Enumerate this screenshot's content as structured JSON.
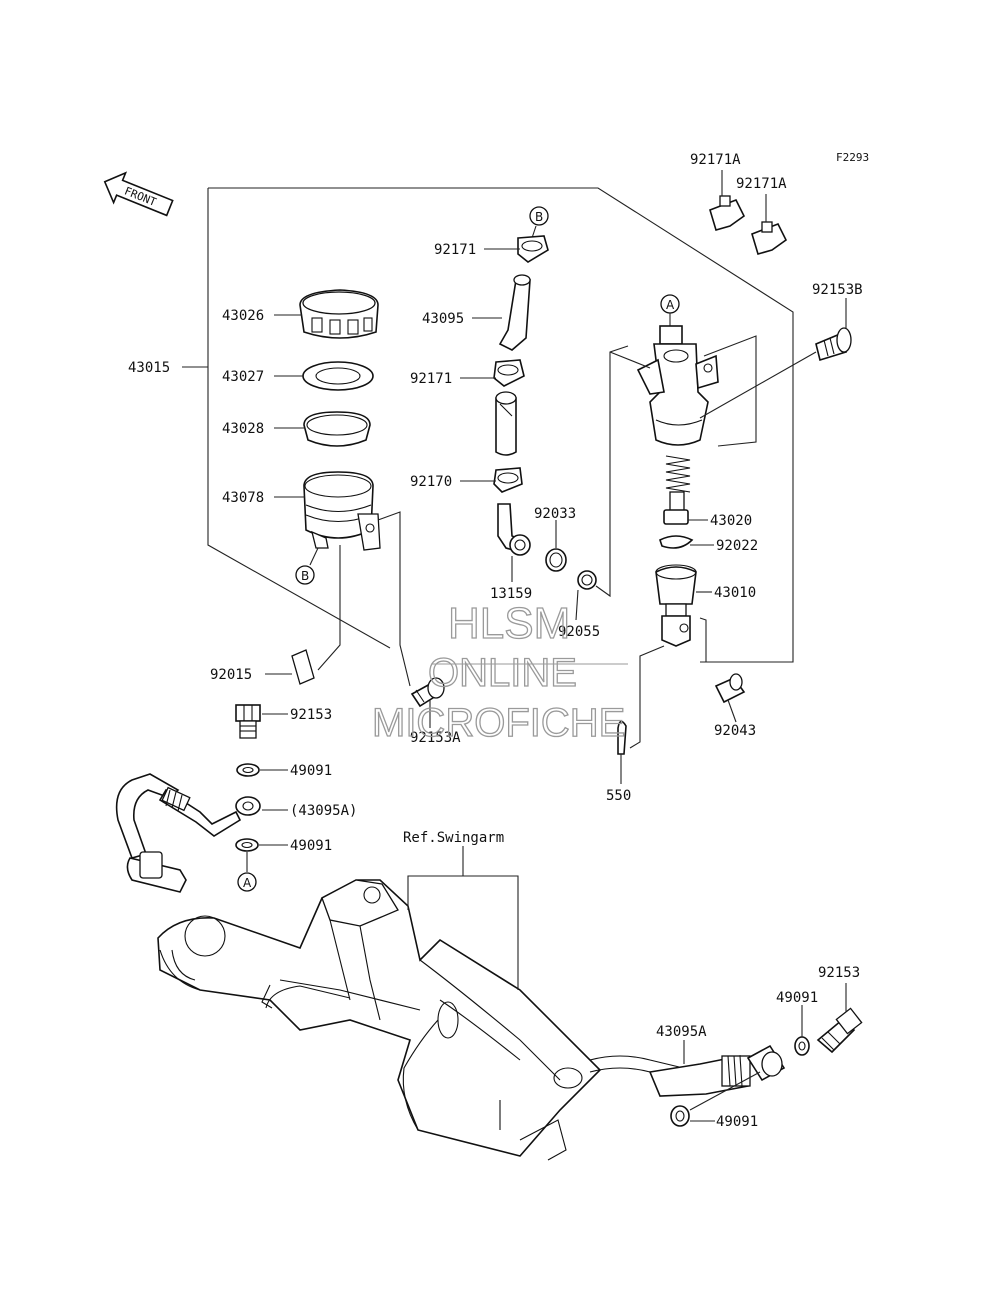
{
  "figure_code": "F2293",
  "front_label": "FRONT",
  "watermark": [
    "HLSM",
    "ONLINE",
    "MICROFICHE"
  ],
  "reference_note": "Ref.Swingarm",
  "callouts": {
    "c43015": "43015",
    "c43026": "43026",
    "c43027": "43027",
    "c43028": "43028",
    "c43078": "43078",
    "c92015": "92015",
    "c92153": "92153",
    "c49091_a": "49091",
    "c43095A_paren": "(43095A)",
    "c49091_b": "49091",
    "c92171_top": "92171",
    "c43095": "43095",
    "c92171_mid": "92171",
    "c92170": "92170",
    "c92033": "92033",
    "c13159": "13159",
    "c92055": "92055",
    "c92153A": "92153A",
    "c92171A_1": "92171A",
    "c92171A_2": "92171A",
    "c92153B": "92153B",
    "c43020": "43020",
    "c92022": "92022",
    "c43010": "43010",
    "c92043": "92043",
    "c550": "550",
    "c92153_r": "92153",
    "c49091_r1": "49091",
    "c43095A_r": "43095A",
    "c49091_r2": "49091"
  },
  "ref_markers": {
    "b_top": "B",
    "a_top": "A",
    "b_bottom": "B",
    "a_bottom": "A"
  }
}
